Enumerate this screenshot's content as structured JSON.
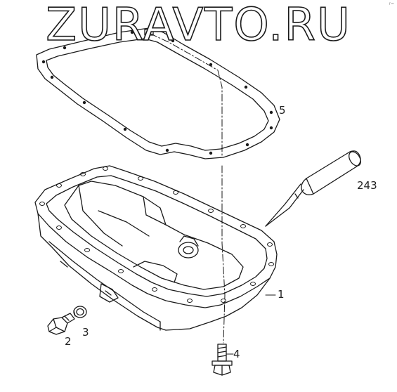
{
  "watermark": "ZURAVTO.RU",
  "corner_mark": "r=",
  "callouts": {
    "gasket": "5",
    "sealant": "243",
    "oil_pan": "1",
    "drain_plug": "2",
    "washer": "3",
    "bolt": "4"
  },
  "colors": {
    "line": "#1a1a1a",
    "background": "#ffffff"
  }
}
